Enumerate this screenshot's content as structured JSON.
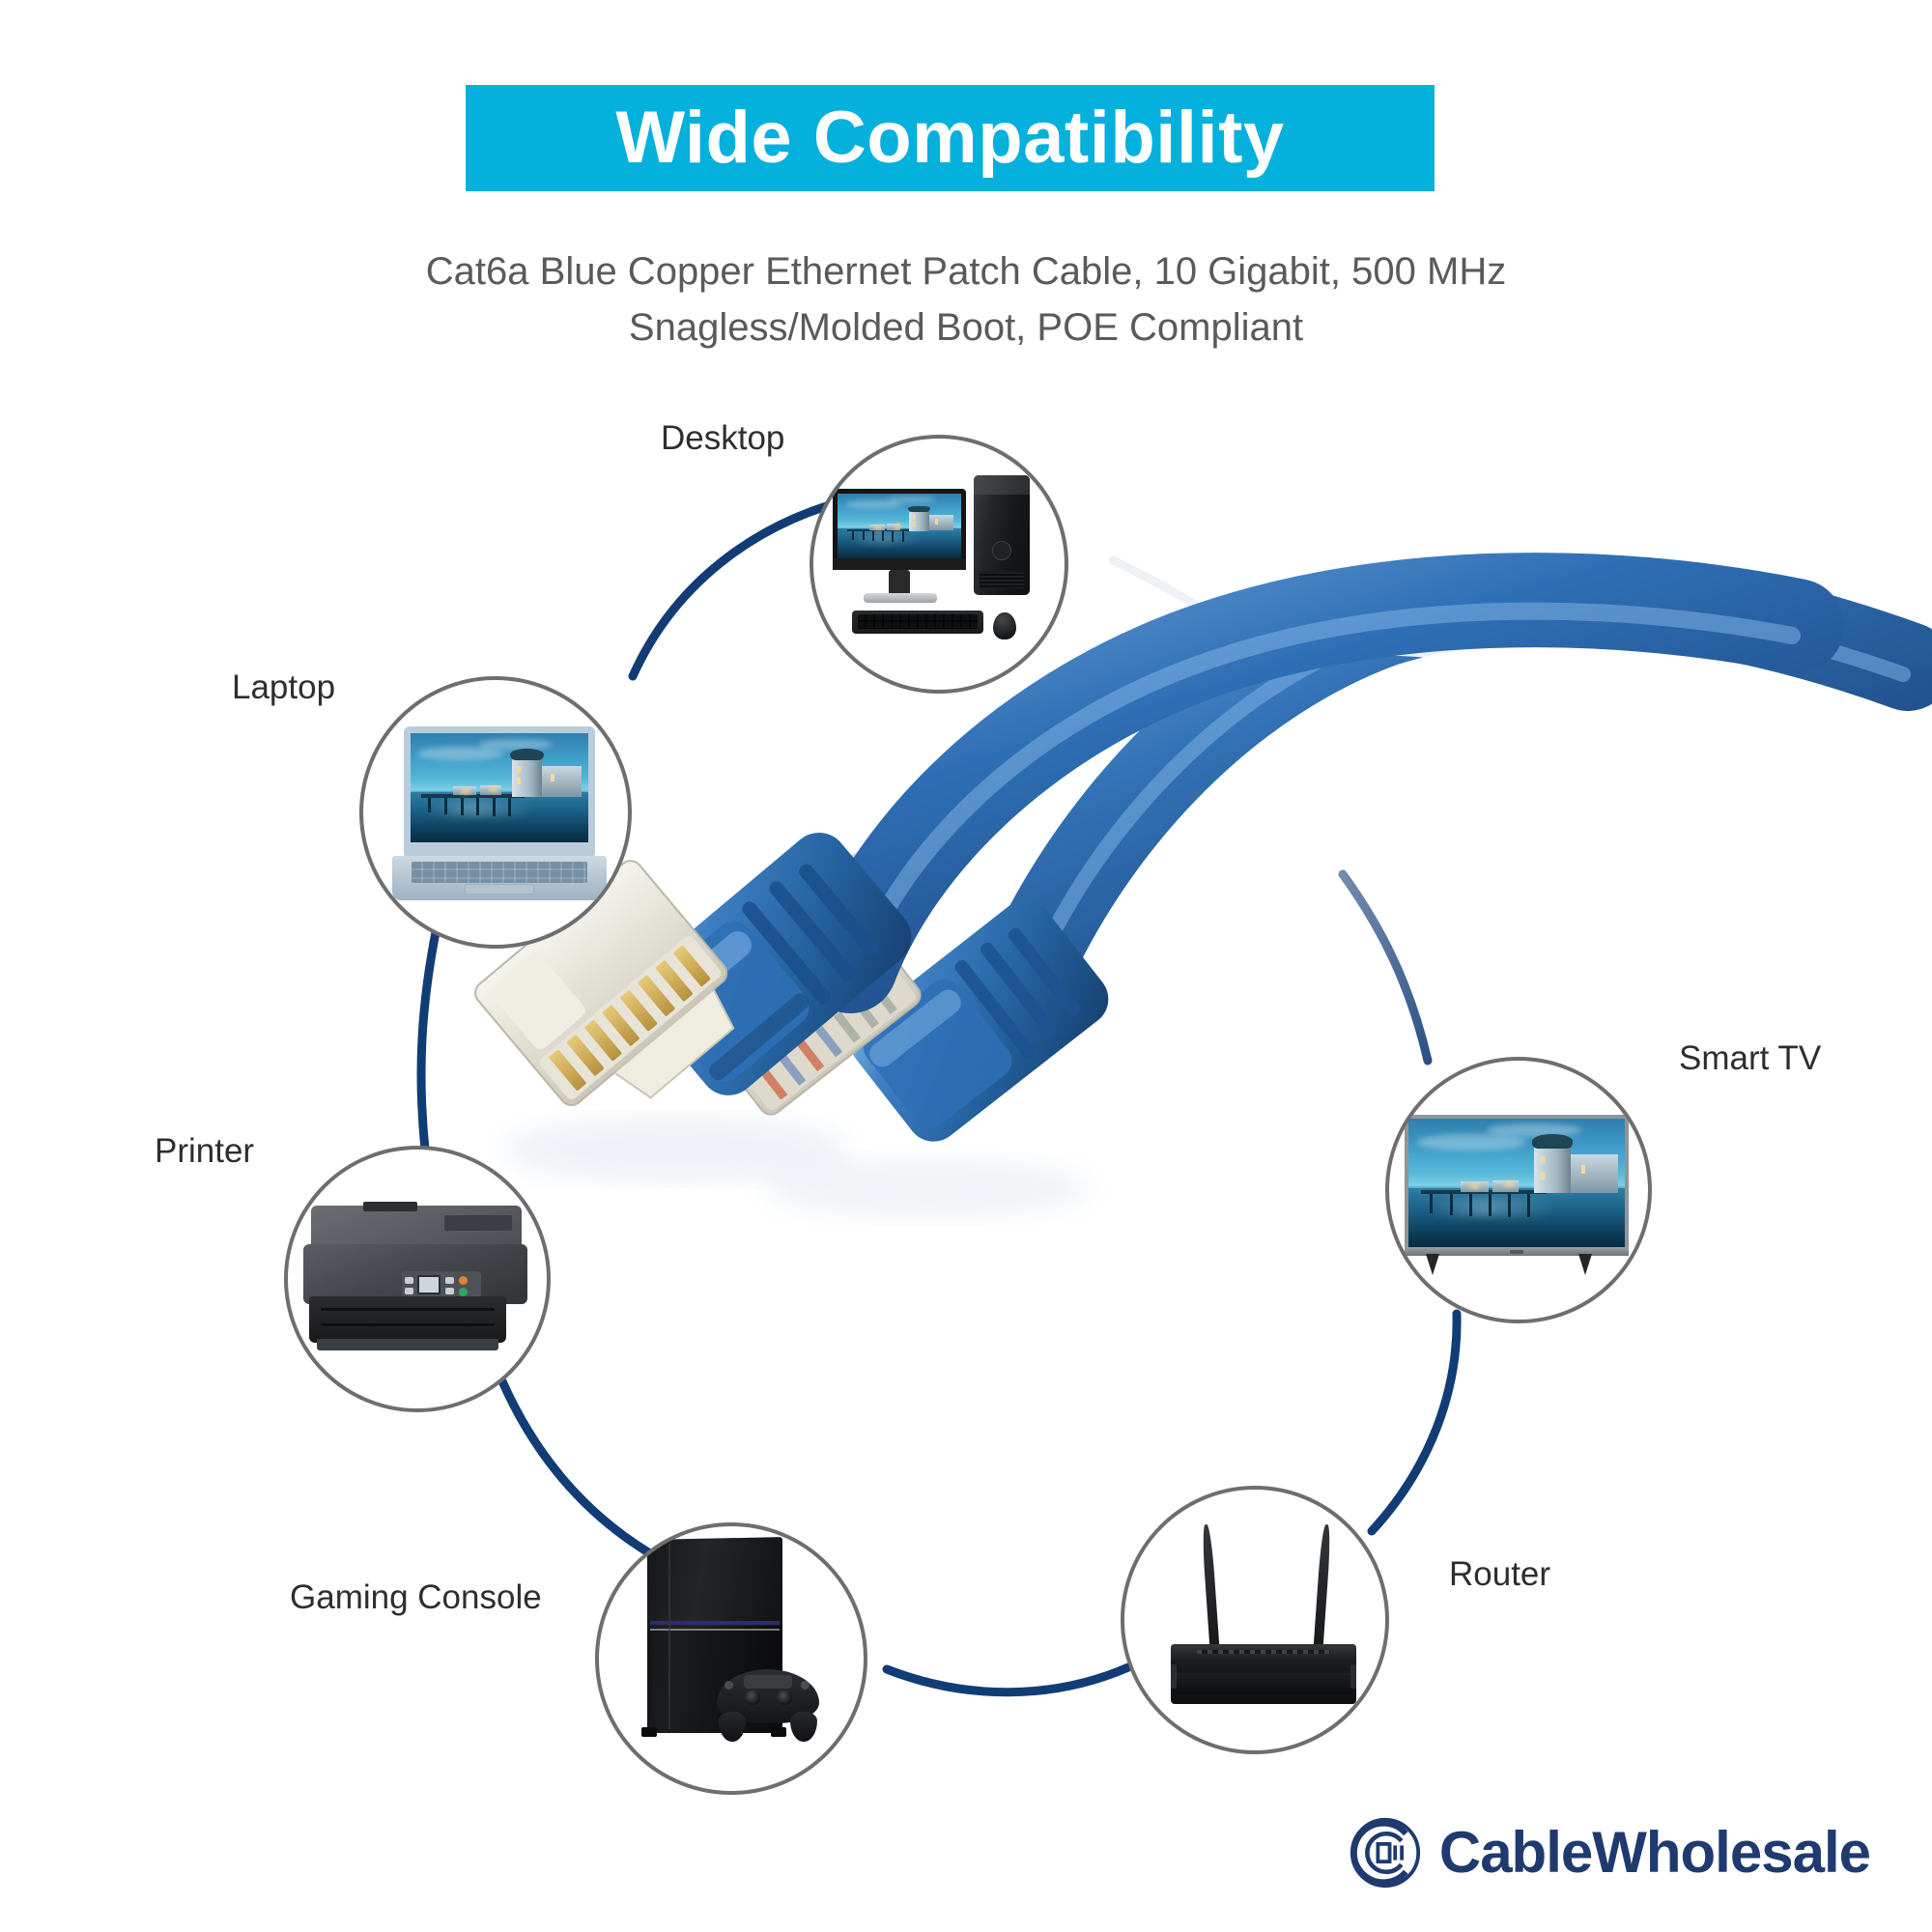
{
  "header": {
    "banner_title": "Wide Compatibility",
    "banner_color": "#04b0dc",
    "subtitle_line1": "Cat6a Blue Copper Ethernet Patch Cable, 10 Gigabit, 500 MHz",
    "subtitle_line2": "Snagless/Molded Boot, POE Compliant",
    "subtitle_color": "#5a5a5a"
  },
  "diagram": {
    "circle_stroke_color": "#6e6e6e",
    "connector_color": "#123c75",
    "nodes": [
      {
        "id": "desktop",
        "label": "Desktop",
        "icon": "desktop-computer-icon"
      },
      {
        "id": "laptop",
        "label": "Laptop",
        "icon": "laptop-icon"
      },
      {
        "id": "printer",
        "label": "Printer",
        "icon": "printer-icon"
      },
      {
        "id": "gaming-console",
        "label": "Gaming Console",
        "icon": "game-console-icon"
      },
      {
        "id": "router",
        "label": "Router",
        "icon": "wifi-router-icon"
      },
      {
        "id": "smart-tv",
        "label": "Smart TV",
        "icon": "television-icon"
      }
    ]
  },
  "product": {
    "name": "Cat6a Blue Ethernet Patch Cable",
    "connector_type": "RJ45",
    "boot_color": "#2a6ab0",
    "jacket_color": "#2f6fb5"
  },
  "footer": {
    "brand_name": "CableWholesale",
    "brand_color": "#1f3a6e",
    "brand_mark": "cablewholesale-c-logo-icon"
  }
}
